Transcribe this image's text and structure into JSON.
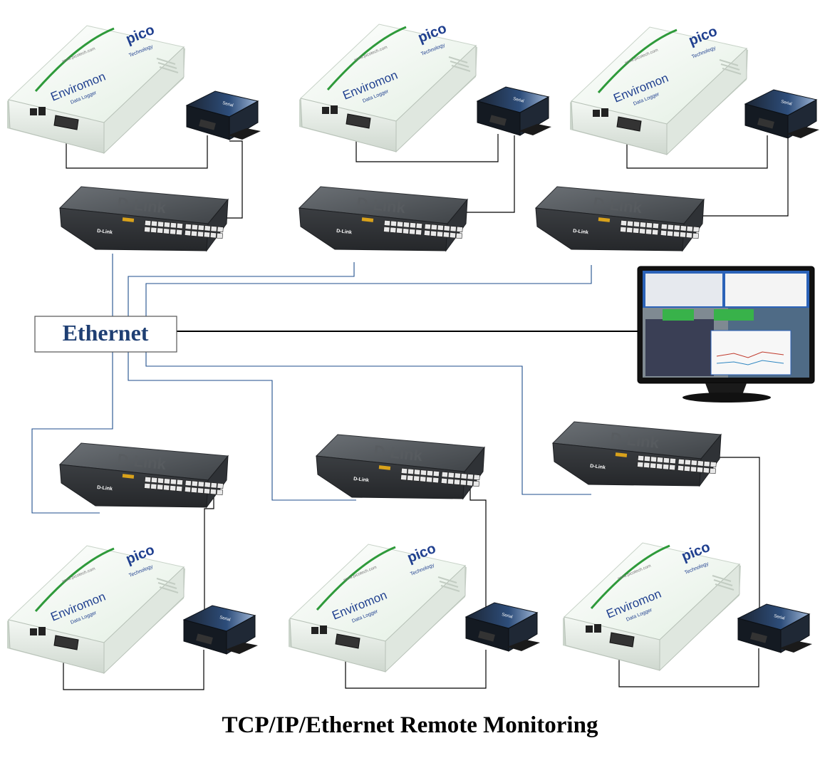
{
  "hub_label": "Ethernet",
  "caption": "TCP/IP/Ethernet Remote Monitoring",
  "logger": {
    "brand": "pico",
    "brand_sub": "Technology",
    "product": "Enviromon",
    "product_sub": "Data Logger",
    "url": "www.picotech.com"
  },
  "switch": {
    "brand": "D-Link"
  },
  "colors": {
    "blue_line": "#1f4e8c",
    "black_line": "#000000",
    "hub_text": "#1f3f73",
    "logger_body": "#eef5ee",
    "switch_body": "#4a4e52",
    "converter_body": "#1e2a3a"
  }
}
